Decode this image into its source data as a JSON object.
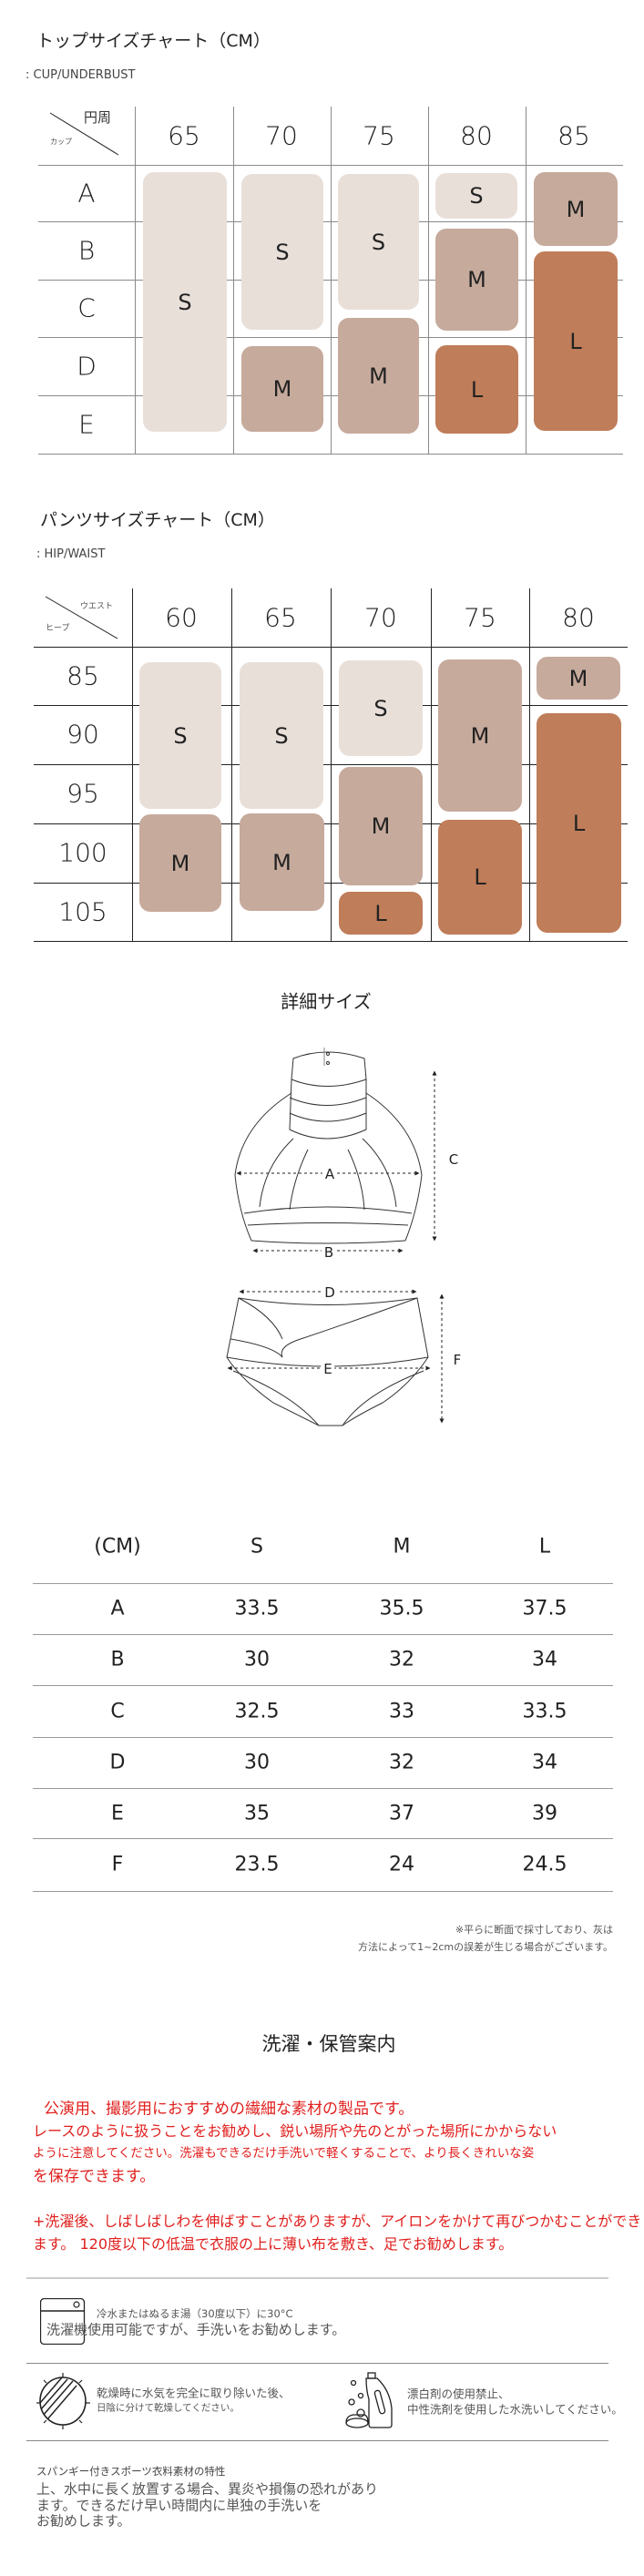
{
  "colors": {
    "S": "#e9dfd9",
    "M": "#c6aa9c",
    "L": "#bf7d59"
  },
  "top_chart": {
    "title": "トップサイズチャート（CM）",
    "subtitle": ": CUP/UNDERBUST",
    "corner_top": "円周",
    "corner_bottom": "カップ",
    "columns": [
      "65",
      "70",
      "75",
      "80",
      "85"
    ],
    "rows": [
      "A",
      "B",
      "C",
      "D",
      "E"
    ],
    "blocks": [
      {
        "col": "65",
        "size": "S"
      },
      {
        "col": "70",
        "size": "S"
      },
      {
        "col": "70",
        "size": "M"
      },
      {
        "col": "75",
        "size": "S"
      },
      {
        "col": "75",
        "size": "M"
      },
      {
        "col": "80",
        "size": "S"
      },
      {
        "col": "80",
        "size": "M"
      },
      {
        "col": "80",
        "size": "L"
      },
      {
        "col": "85",
        "size": "M"
      },
      {
        "col": "85",
        "size": "L"
      }
    ]
  },
  "pants_chart": {
    "title": "パンツサイズチャート（CM）",
    "subtitle": ": HIP/WAIST",
    "corner_top": "ウエスト",
    "corner_bottom": "ヒープ",
    "columns": [
      "60",
      "65",
      "70",
      "75",
      "80"
    ],
    "rows": [
      "85",
      "90",
      "95",
      "100",
      "105"
    ],
    "blocks": [
      {
        "col": "60",
        "size": "S"
      },
      {
        "col": "60",
        "size": "M"
      },
      {
        "col": "65",
        "size": "S"
      },
      {
        "col": "65",
        "size": "M"
      },
      {
        "col": "70",
        "size": "S"
      },
      {
        "col": "70",
        "size": "M"
      },
      {
        "col": "70",
        "size": "L"
      },
      {
        "col": "75",
        "size": "M"
      },
      {
        "col": "75",
        "size": "L"
      },
      {
        "col": "80",
        "size": "M"
      },
      {
        "col": "80",
        "size": "L"
      }
    ]
  },
  "detail": {
    "title": "詳細サイズ",
    "labels": {
      "A": "A",
      "B": "B",
      "C": "C",
      "D": "D",
      "E": "E",
      "F": "F"
    }
  },
  "size_table": {
    "headers": [
      "(CM)",
      "S",
      "M",
      "L"
    ],
    "rows": [
      [
        "A",
        "33.5",
        "35.5",
        "37.5"
      ],
      [
        "B",
        "30",
        "32",
        "34"
      ],
      [
        "C",
        "32.5",
        "33",
        "33.5"
      ],
      [
        "D",
        "30",
        "32",
        "34"
      ],
      [
        "E",
        "35",
        "37",
        "39"
      ],
      [
        "F",
        "23.5",
        "24",
        "24.5"
      ]
    ],
    "note_line1": "※平らに断面で採寸しており、灰は",
    "note_line2": "方法によって1~2cmの誤差が生じる場合がございます。"
  },
  "care": {
    "title": "洗濯・保管案内",
    "red_lines": [
      "公演用、撮影用におすすめの繊細な素材の製品です。",
      "レースのように扱うことをお勧めし、鋭い場所や先のとがった場所にかからない",
      "ように注意してください。洗濯もできるだけ手洗いで軽くすることで、より長くきれいな姿",
      "を保存できます。",
      "+洗濯後、しばしばしわを伸ばすことがありますが、アイロンをかけて再びつかむことができ",
      "ます。 120度以下の低温で衣服の上に薄い布を敷き、足でお勧めします。"
    ],
    "wash": {
      "icon": "washing-machine-icon",
      "line1": "冷水またはぬるま湯（30度以下）に30°C",
      "line2": "洗濯機使用可能ですが、手洗いをお勧めします。"
    },
    "dry": {
      "icon": "shade-dry-icon",
      "line1": "乾燥時に水気を完全に取り除いた後、",
      "line2": "日陰に分けて乾燥してください。"
    },
    "bleach": {
      "icon": "detergent-bottle-icon",
      "line1": "漂白剤の使用禁止、",
      "line2": "中性洗剤を使用した水洗いしてください。"
    },
    "material": {
      "heading": "スパンギー付きスポーツ衣料素材の特性",
      "lines": [
        "上、水中に長く放置する場合、異炎や損傷の恐れがあり",
        "ます。できるだけ早い時間内に単独の手洗いを",
        "お勧めします。"
      ]
    }
  }
}
